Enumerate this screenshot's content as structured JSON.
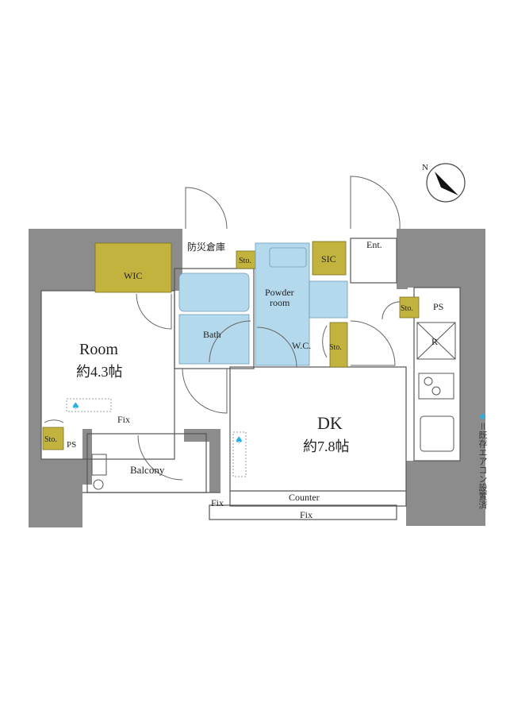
{
  "rooms": {
    "room_label": "Room",
    "room_size": "約4.3帖",
    "dk_label": "DK",
    "dk_size": "約7.8帖",
    "wic": "WIC",
    "bath": "Bath",
    "powder_room_line1": "Powder",
    "powder_room_line2": "room",
    "wc": "W.C.",
    "sic": "SIC",
    "entrance": "Ent.",
    "storage": "Sto.",
    "pipe_space": "PS",
    "balcony": "Balcony",
    "counter": "Counter",
    "fix": "Fix",
    "refrigerator": "R",
    "disaster_storage": "防災倉庫"
  },
  "legend": {
    "symbol": "♠",
    "text": "＝既存エアコン設置済"
  },
  "compass": {
    "label": "N"
  },
  "colors": {
    "wall": "#8c8c8c",
    "storage": "#c2b33f",
    "water": "#b5d9ec",
    "aircon": "#2ab0e0",
    "line": "#555555"
  }
}
